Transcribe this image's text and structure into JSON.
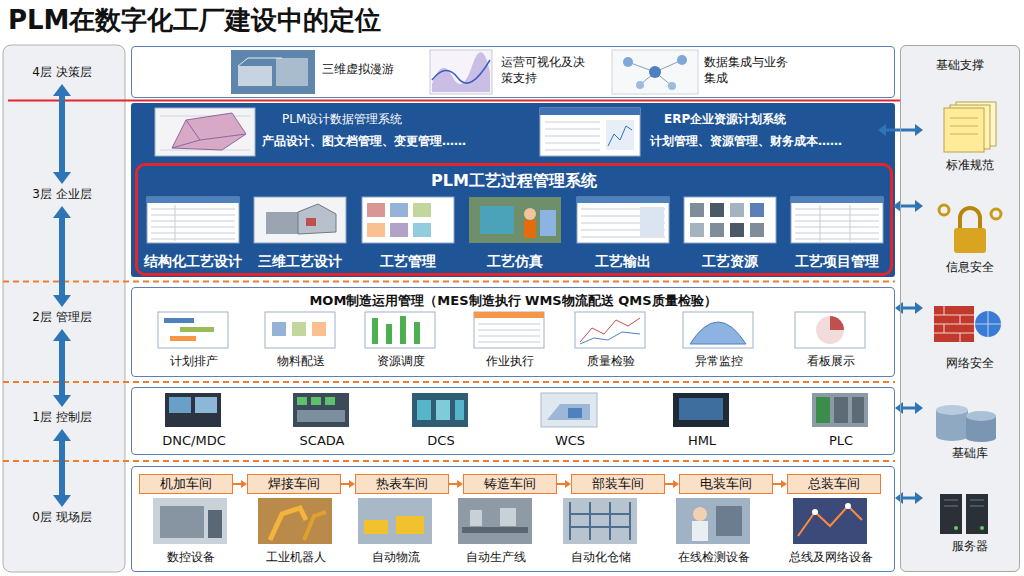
{
  "diagram": {
    "title": "PLM在数字化工厂建设中的定位",
    "nodes": [
      {
        "text": [
          "4层 决策层"
        ]
      },
      {
        "text": [
          "3层 企业层"
        ]
      },
      {
        "text": [
          "2层 管理层"
        ]
      },
      {
        "text": [
          "1层 控制层"
        ]
      },
      {
        "text": [
          "0层 现场层"
        ]
      },
      {
        "text": [
          "三维虚拟漫游",
          "运营可视化及决策支持",
          "数据集成与业务集成"
        ]
      },
      {
        "text": [
          "PLM设计数据管理系统",
          "产品设计、图文档管理、变更管理……"
        ]
      },
      {
        "text": [
          "ERP企业资源计划系统",
          "计划管理、资源管理、财务成本……"
        ]
      },
      {
        "text": [
          "PLM工艺过程管理系统"
        ]
      },
      {
        "text": [
          "结构化工艺设计"
        ],
        "in": 8
      },
      {
        "text": [
          "三维工艺设计"
        ],
        "in": 8
      },
      {
        "text": [
          "工艺管理"
        ],
        "in": 8
      },
      {
        "text": [
          "工艺仿真"
        ],
        "in": 8
      },
      {
        "text": [
          "工艺输出"
        ],
        "in": 8
      },
      {
        "text": [
          "工艺资源"
        ],
        "in": 8
      },
      {
        "text": [
          "工艺项目管理"
        ],
        "in": 8
      },
      {
        "text": [
          "MOM制造运用管理（MES制造执行 WMS物流配送 QMS质量检验）",
          "计划排产",
          "物料配送",
          "资源调度",
          "作业执行",
          "质量检验",
          "异常监控",
          "看板展示"
        ]
      },
      {
        "text": [
          "DNC/MDC",
          "SCADA",
          "DCS",
          "WCS",
          "HML",
          "PLC"
        ]
      },
      {
        "text": [
          "数控设备",
          "工业机器人",
          "自动物流",
          "自动生产线",
          "自动化仓储",
          "在线检测设备",
          "总线及网络设备"
        ]
      },
      {
        "text": [
          "机加车间"
        ],
        "in": 18
      },
      {
        "text": [
          "焊接车间"
        ],
        "in": 18
      },
      {
        "text": [
          "热表车间"
        ],
        "in": 18
      },
      {
        "text": [
          "铸造车间"
        ],
        "in": 18
      },
      {
        "text": [
          "部装车间"
        ],
        "in": 18
      },
      {
        "text": [
          "电装车间"
        ],
        "in": 18
      },
      {
        "text": [
          "总装车间"
        ],
        "in": 18
      },
      {
        "text": [
          "基础支撑"
        ]
      },
      {
        "text": [
          "标准规范"
        ],
        "in": 26
      },
      {
        "text": [
          "信息安全"
        ],
        "in": 26
      },
      {
        "text": [
          "网络安全"
        ],
        "in": 26
      },
      {
        "text": [
          "基础库"
        ],
        "in": 26
      },
      {
        "text": [
          "服务器"
        ],
        "in": 26
      }
    ],
    "edges": [
      {
        "from": 0,
        "to": 1,
        "arrow": "both"
      },
      {
        "from": 1,
        "to": 2,
        "arrow": "both"
      },
      {
        "from": 2,
        "to": 3,
        "arrow": "both"
      },
      {
        "from": 3,
        "to": 4,
        "arrow": "both"
      },
      {
        "from": 7,
        "to": 27,
        "arrow": "both"
      },
      {
        "from": 8,
        "to": 28,
        "arrow": "both"
      },
      {
        "from": 16,
        "to": 29,
        "arrow": "both"
      },
      {
        "from": 17,
        "to": 30,
        "arrow": "both"
      },
      {
        "from": 18,
        "to": 31,
        "arrow": "both"
      },
      {
        "from": 19,
        "to": 20,
        "arrow": "to"
      },
      {
        "from": 20,
        "to": 21,
        "arrow": "to"
      },
      {
        "from": 21,
        "to": 22,
        "arrow": "to"
      },
      {
        "from": 22,
        "to": 23,
        "arrow": "to"
      },
      {
        "from": 23,
        "to": 24,
        "arrow": "to"
      },
      {
        "from": 24,
        "to": 25,
        "arrow": "to"
      }
    ]
  }
}
